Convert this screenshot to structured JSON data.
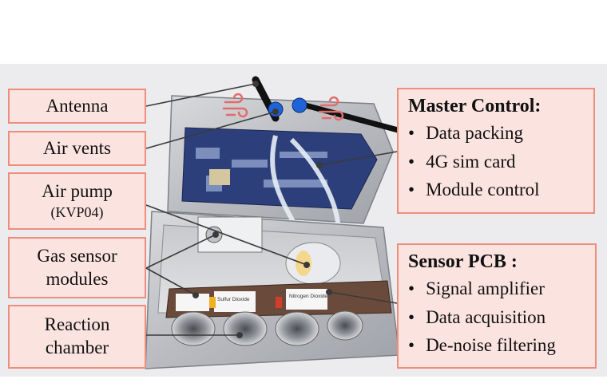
{
  "labels": {
    "antenna": "Antenna",
    "air_vents": "Air vents",
    "air_pump": "Air pump",
    "air_pump_model": "(KVP04)",
    "gas_sensor_line1": "Gas sensor",
    "gas_sensor_line2": "modules",
    "reaction_line1": "Reaction",
    "reaction_line2": "chamber"
  },
  "master_control": {
    "title": "Master Control:",
    "items": [
      "Data packing",
      "4G sim card",
      "Module control"
    ]
  },
  "sensor_pcb": {
    "title": "Sensor PCB :",
    "items": [
      "Signal amplifier",
      "Data acquisition",
      "De-noise filtering"
    ]
  },
  "sensor_stickers": [
    "Sulfur Dioxide",
    "Nitrogen Dioxide"
  ],
  "colors": {
    "box_fill": "#fbe3df",
    "box_border": "#f08c7c",
    "vent_icon": "#e56b6b",
    "leader_line": "#3a3a3a"
  }
}
